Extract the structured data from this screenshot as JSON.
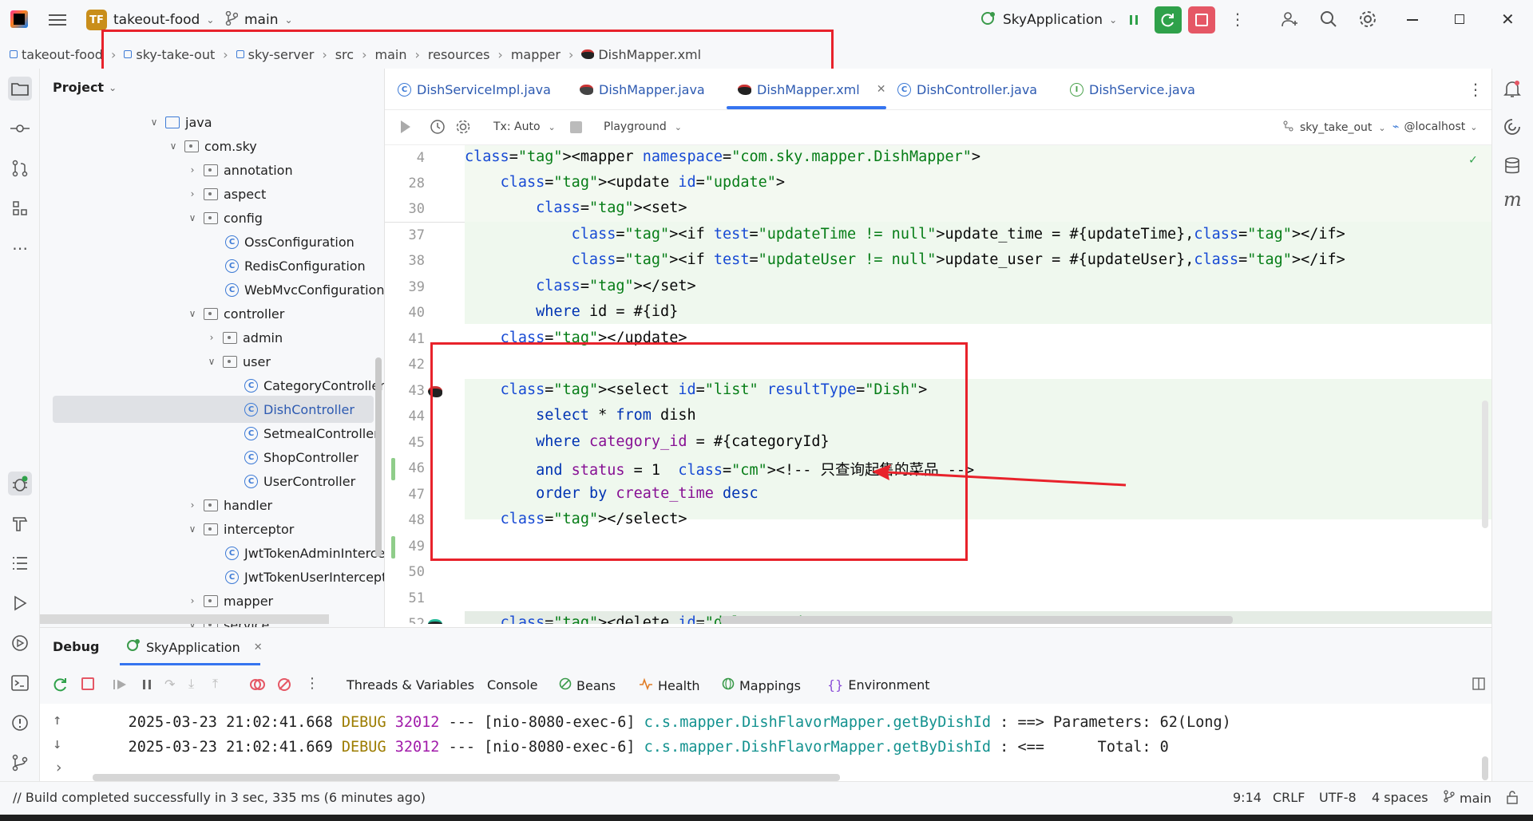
{
  "titlebar": {
    "project_badge": "TF",
    "project_name": "takeout-food",
    "branch": "main",
    "run_config": "SkyApplication"
  },
  "breadcrumb": [
    "takeout-food",
    "sky-take-out",
    "sky-server",
    "src",
    "main",
    "resources",
    "mapper",
    "DishMapper.xml"
  ],
  "project_panel": {
    "title": "Project",
    "items": [
      {
        "label": "java"
      },
      {
        "label": "com.sky"
      },
      {
        "label": "annotation"
      },
      {
        "label": "aspect"
      },
      {
        "label": "config"
      },
      {
        "label": "OssConfiguration"
      },
      {
        "label": "RedisConfiguration"
      },
      {
        "label": "WebMvcConfiguration"
      },
      {
        "label": "controller"
      },
      {
        "label": "admin"
      },
      {
        "label": "user"
      },
      {
        "label": "CategoryController"
      },
      {
        "label": "DishController"
      },
      {
        "label": "SetmealController"
      },
      {
        "label": "ShopController"
      },
      {
        "label": "UserController"
      },
      {
        "label": "handler"
      },
      {
        "label": "interceptor"
      },
      {
        "label": "JwtTokenAdminIntercep"
      },
      {
        "label": "JwtTokenUserIntercepto"
      },
      {
        "label": "mapper"
      },
      {
        "label": "service"
      }
    ]
  },
  "editor_tabs": [
    "DishServiceImpl.java",
    "DishMapper.java",
    "DishMapper.xml",
    "DishController.java",
    "DishService.java"
  ],
  "editor_toolbar": {
    "tx": "Tx: Auto",
    "playground": "Playground",
    "datasource": "sky_take_out",
    "host": "@localhost"
  },
  "code_lines": [
    {
      "n": "4",
      "text": "<mapper namespace=\"com.sky.mapper.DishMapper\">"
    },
    {
      "n": "28",
      "text": "    <update id=\"update\">"
    },
    {
      "n": "30",
      "text": "        <set>"
    },
    {
      "n": "37",
      "text": "            <if test=\"updateTime != null\">update_time = #{updateTime},</if>"
    },
    {
      "n": "38",
      "text": "            <if test=\"updateUser != null\">update_user = #{updateUser},</if>"
    },
    {
      "n": "39",
      "text": "        </set>"
    },
    {
      "n": "40",
      "text": "        where id = #{id}"
    },
    {
      "n": "41",
      "text": "    </update>"
    },
    {
      "n": "42",
      "text": ""
    },
    {
      "n": "43",
      "text": "    <select id=\"list\" resultType=\"Dish\">"
    },
    {
      "n": "44",
      "text": "        select * from dish"
    },
    {
      "n": "45",
      "text": "        where category_id = #{categoryId}"
    },
    {
      "n": "46",
      "text": "        and status = 1  <!-- 只查询起售的菜品 -->"
    },
    {
      "n": "47",
      "text": "        order by create_time desc"
    },
    {
      "n": "48",
      "text": "    </select>"
    },
    {
      "n": "49",
      "text": ""
    },
    {
      "n": "50",
      "text": ""
    },
    {
      "n": "51",
      "text": ""
    },
    {
      "n": "52",
      "text": "    <delete id=\"deleteByIds\">"
    }
  ],
  "debug": {
    "title": "Debug",
    "session": "SkyApplication",
    "tabs": [
      "Threads & Variables",
      "Console",
      "Beans",
      "Health",
      "Mappings",
      "Environment"
    ],
    "log_lines": [
      {
        "ts": "2025-03-23 21:02:41.668",
        "level": "DEBUG",
        "pid": "32012",
        "sep": "---",
        "thread": "[nio-8080-exec-6]",
        "logger": "c.s.mapper.DishFlavorMapper.getByDishId",
        "msg": " : ==> Parameters: 62(Long)"
      },
      {
        "ts": "2025-03-23 21:02:41.669",
        "level": "DEBUG",
        "pid": "32012",
        "sep": "---",
        "thread": "[nio-8080-exec-6]",
        "logger": "c.s.mapper.DishFlavorMapper.getByDishId",
        "msg": " : <==      Total: 0"
      }
    ]
  },
  "statusbar": {
    "message": "// Build completed successfully in 3 sec, 335 ms (6 minutes ago)",
    "position": "9:14",
    "line_sep": "CRLF",
    "encoding": "UTF-8",
    "indent": "4 spaces",
    "branch": "main"
  },
  "colors": {
    "accent": "#3574f0",
    "annotation_red": "#e8222b",
    "run_green": "#2fa14a",
    "stop_red": "#e55765"
  }
}
